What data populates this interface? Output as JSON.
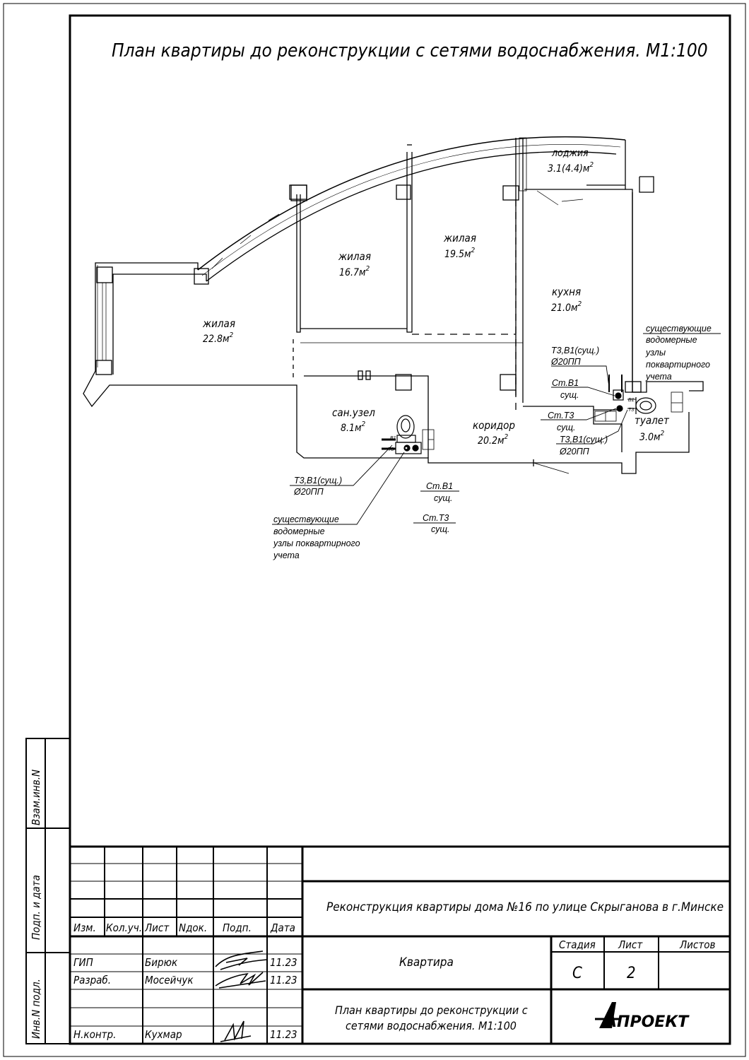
{
  "title": "План квартиры до  реконструкции с сетями водоснабжения. М1:100",
  "rooms": [
    {
      "id": "living1",
      "name": "жилая",
      "area": "22.8м",
      "sup": "2"
    },
    {
      "id": "living2",
      "name": "жилая",
      "area": "16.7м",
      "sup": "2"
    },
    {
      "id": "living3",
      "name": "жилая",
      "area": "19.5м",
      "sup": "2"
    },
    {
      "id": "loggia",
      "name": "лоджия",
      "area": "3.1(4.4)м",
      "sup": "2"
    },
    {
      "id": "kitchen",
      "name": "кухня",
      "area": "21.0м",
      "sup": "2"
    },
    {
      "id": "bath",
      "name": "сан.узел",
      "area": "8.1м",
      "sup": "2"
    },
    {
      "id": "corridor",
      "name": "коридор",
      "area": "20.2м",
      "sup": "2"
    },
    {
      "id": "toilet",
      "name": "туалет",
      "area": "3.0м",
      "sup": "2"
    }
  ],
  "annotations": {
    "meters_right": [
      "существующие",
      "водомерные",
      "узлы",
      "поквартирного",
      "учета"
    ],
    "meters_left": [
      "существующие",
      "водомерные",
      "узлы поквартирного",
      "учета"
    ],
    "pipe_a1": "Т3,В1(сущ.)",
    "pipe_a2": "Ø20ПП",
    "st_b1_1": "Ст.В1",
    "st_b1_2": "сущ.",
    "st_t3_1": "Ст.Т3",
    "st_t3_2": "сущ.",
    "pipe_b1": "Т3,В1(сущ.)",
    "pipe_b2": "Ø20ПП",
    "pipe_l1": "Т3,В1(сущ.)",
    "pipe_l2": "Ø20ПП",
    "st_b1_l1": "Ст.В1",
    "st_b1_l2": "сущ.",
    "st_t3_l1": "Ст.Т3",
    "st_t3_l2": "сущ.",
    "tag_b1": "В1",
    "tag_t3": "Т3"
  },
  "side_stamp": [
    "Взам.инв.N",
    "Подп. и дата",
    "Инв.N подл."
  ],
  "title_block": {
    "headers": [
      "Изм.",
      "Кол.уч.",
      "Лист",
      "Nдок.",
      "Подп.",
      "Дата"
    ],
    "rows": [
      {
        "role": "ГИП",
        "name": "Бирюк",
        "date": "11.23"
      },
      {
        "role": "Разраб.",
        "name": "Мосейчук",
        "date": "11.23"
      },
      {
        "role": "Н.контр.",
        "name": "Кухмар",
        "date": "11.23"
      }
    ],
    "project": "Реконструкция квартиры дома №16 по улице Скрыганова в г.Минске",
    "object": "Квартира",
    "sheet_title_1": "План квартиры до  реконструкции с",
    "sheet_title_2": "сетями водоснабжения. М1:100",
    "stage_label": "Стадия",
    "sheet_label": "Лист",
    "sheets_label": "Листов",
    "stage": "С",
    "sheet": "2",
    "sheets": "",
    "logo": "АПРОЕКТ"
  }
}
